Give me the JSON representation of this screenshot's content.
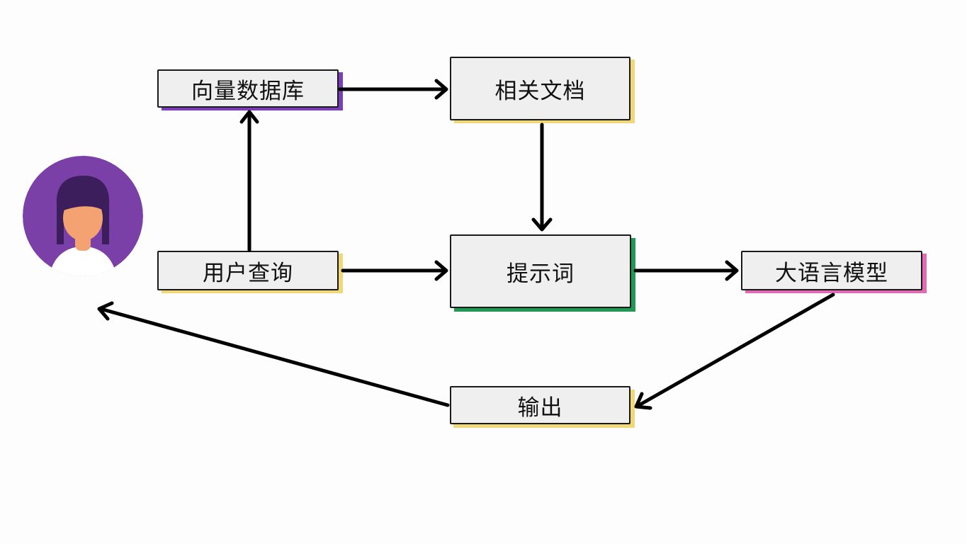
{
  "nodes": {
    "vector_db": {
      "label": "向量数据库",
      "accent": "#7a3fb8"
    },
    "related_docs": {
      "label": "相关文档",
      "accent": "#f0d77a"
    },
    "user_query": {
      "label": "用户查询",
      "accent": "#f0d77a"
    },
    "prompt": {
      "label": "提示词",
      "accent": "#1f9a55"
    },
    "llm": {
      "label": "大语言模型",
      "accent": "#e06bb3"
    },
    "output": {
      "label": "输出",
      "accent": "#f0d77a"
    }
  },
  "user": {
    "icon": "person-avatar-icon",
    "circle_color": "#7b3fa8",
    "hair_color": "#3d1e5c",
    "skin_color": "#f4a271",
    "shirt_color": "#ffffff"
  },
  "colors": {
    "arrow": "#000000",
    "box_fill": "#efefef",
    "box_border": "#1a1a1a"
  }
}
